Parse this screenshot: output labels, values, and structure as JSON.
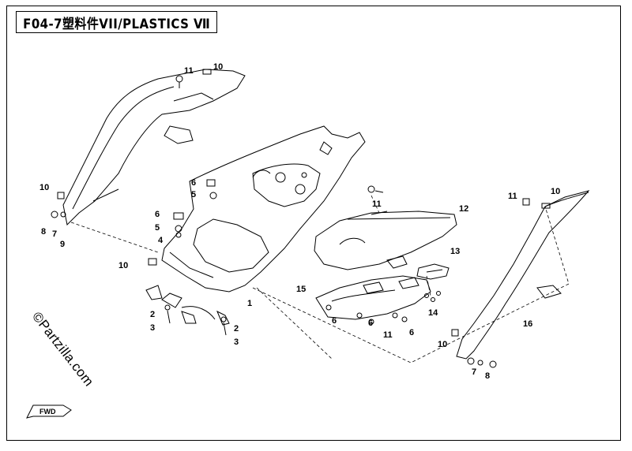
{
  "title": "F04-7塑料件VII/PLASTICS Ⅶ",
  "watermark": "©Partzilla.com",
  "fwd_label": "FWD",
  "callouts": [
    "1",
    "2",
    "3",
    "4",
    "5",
    "6",
    "7",
    "8",
    "9",
    "10",
    "11",
    "12",
    "13",
    "14",
    "15",
    "16"
  ],
  "line_color": "#000000"
}
